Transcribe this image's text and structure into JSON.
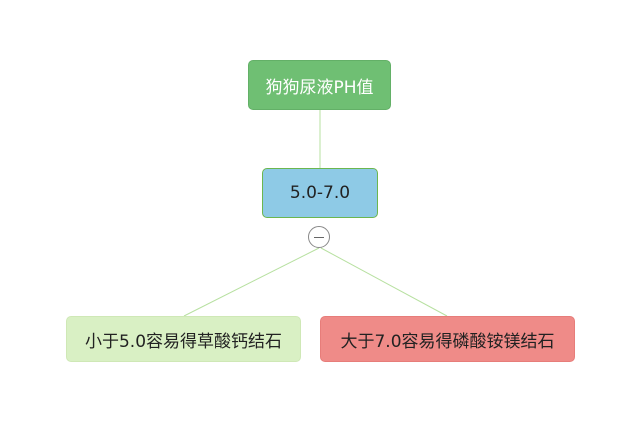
{
  "mindmap": {
    "root": {
      "label": "狗狗尿液PH值"
    },
    "middle": {
      "label": "5.0-7.0"
    },
    "leaves": [
      {
        "label": "小于5.0容易得草酸钙结石"
      },
      {
        "label": "大于7.0容易得磷酸铵镁结石"
      }
    ],
    "collapse_control": {
      "icon": "minus-circle-icon"
    }
  },
  "colors": {
    "root_fill": "#6fbf73",
    "middle_fill": "#8ecae6",
    "left_leaf_fill": "#d9f0c4",
    "right_leaf_fill": "#ef8b88",
    "connector": "#b7e0a0"
  }
}
